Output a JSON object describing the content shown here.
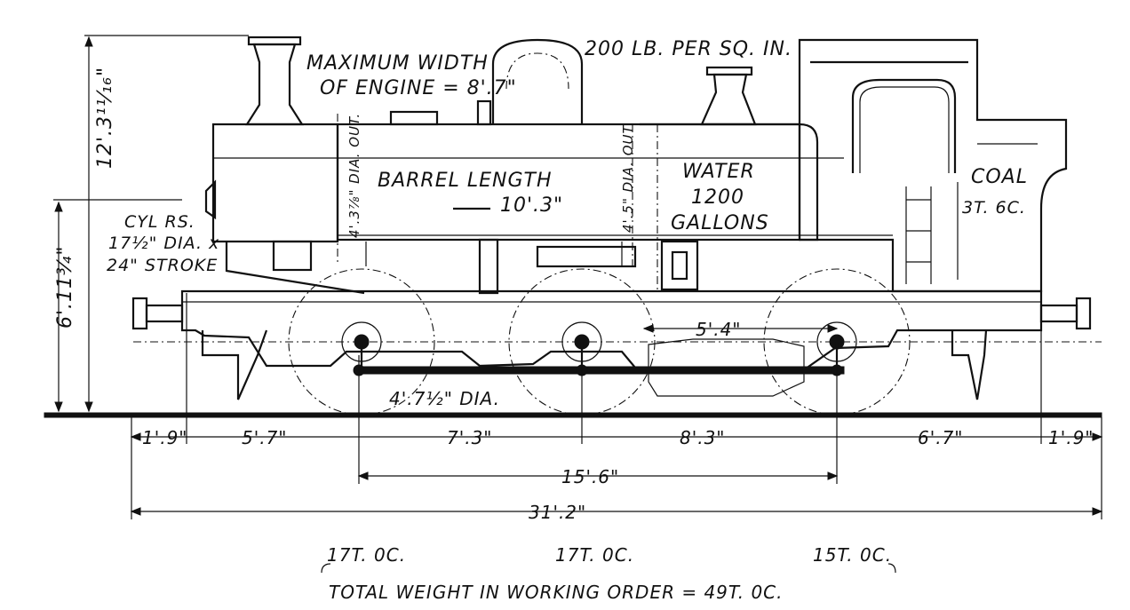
{
  "labels": {
    "pressure": "200 LB. PER SQ. IN.",
    "max_width_1": "MAXIMUM WIDTH",
    "max_width_2": "OF ENGINE = 8'.7\"",
    "cyl_1": "CYL RS.",
    "cyl_2": "17½\" DIA. x",
    "cyl_3": "24\" STROKE",
    "barrel_1": "BARREL LENGTH",
    "barrel_2": "10'.3\"",
    "boiler_dia_1": "4'.3⅞\" DIA. OUT.",
    "boiler_dia_2": "4'.5\" DIA. OUT.",
    "water_1": "WATER",
    "water_2": "1200",
    "water_3": "GALLONS",
    "coal_1": "COAL",
    "coal_2": "3T. 6C.",
    "wheel_dia": "4'.7½\" DIA.",
    "wheelbase_rear": "5'.4\"",
    "height_total": "12'.3¹¹⁄₁₆\"",
    "height_buffer": "6'.11¾\""
  },
  "dimensions_row1": [
    "1'.9\"",
    "5'.7\"",
    "7'.3\"",
    "8'.3\"",
    "6'.7\"",
    "1'.9\""
  ],
  "dimensions_row2": "15'.6\"",
  "dimensions_row3": "31'.2\"",
  "axle_weights": [
    "17T. 0C.",
    "17T. 0C.",
    "15T. 0C."
  ],
  "total_weight": "TOTAL  WEIGHT  IN  WORKING  ORDER = 49T. 0C."
}
